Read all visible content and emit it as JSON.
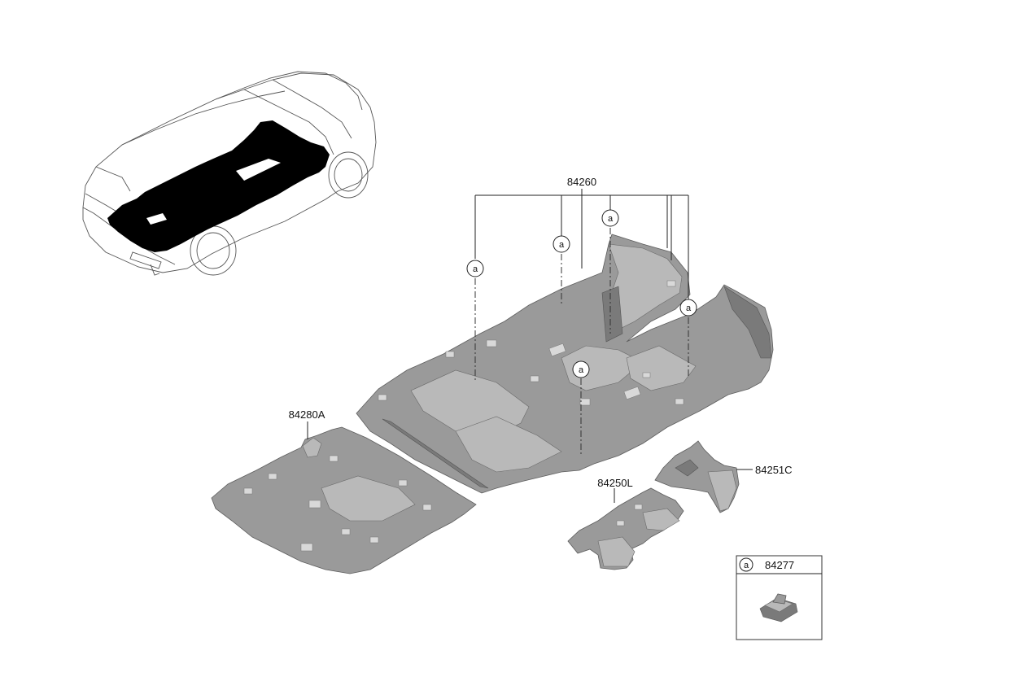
{
  "labels": {
    "main_carpet": "84260",
    "rear_carpet": "84280A",
    "left_front_piece": "84250L",
    "right_front_piece": "84251C",
    "legend_part": "84277"
  },
  "callout_letter": "a",
  "legend_letter": "a",
  "colors": {
    "part_fill": "#9a9a9a",
    "outline": "#5e5e5e",
    "car_silhouette": "#000000",
    "line": "#222222"
  }
}
